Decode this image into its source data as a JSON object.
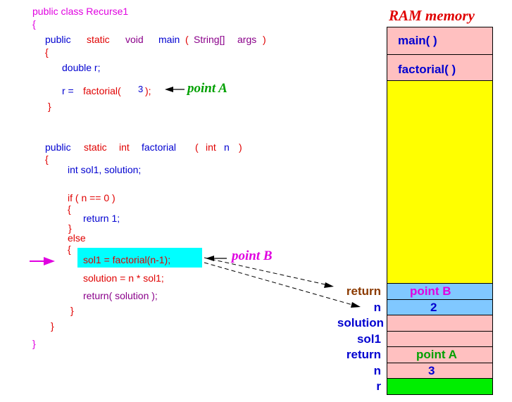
{
  "code": {
    "class_decl": "public class Recurse1",
    "brace_open_class": "{",
    "main_public": "public",
    "main_static": "static",
    "main_void": "void",
    "main_name": "main",
    "main_params_paren_open": "(",
    "main_params_type": "String[]",
    "main_params_name": "args",
    "main_params_paren_close": ")",
    "brace_open_main": "{",
    "line_double_r": "double r;",
    "line_r_assign_lhs": "r =",
    "line_r_call": "factorial(",
    "line_r_arg": "3",
    "line_r_end": ");",
    "brace_close_main": "}",
    "fact_public": "public",
    "fact_static": "static",
    "fact_int": "int",
    "fact_name": "factorial",
    "fact_paren_open": "(",
    "fact_param_type": "int",
    "fact_param_name": "n",
    "fact_paren_close": ")",
    "brace_open_fact": "{",
    "line_int_decl": "int sol1, solution;",
    "line_if": "if ( n == 0 )",
    "brace_open_if": "{",
    "line_return1": "return 1;",
    "brace_close_if": "}",
    "line_else": "else",
    "brace_open_else": "{",
    "line_sol1": "sol1 = factorial(n-1);",
    "line_solution": "solution = n * sol1;",
    "line_return_solution": "return( solution );",
    "brace_close_else": "}",
    "brace_close_fact": "}",
    "brace_close_class": "}"
  },
  "annotations": {
    "point_a": "point A",
    "point_b": "point B"
  },
  "memory": {
    "title": "RAM memory",
    "frames": [
      "main( )",
      "factorial( )"
    ],
    "rows": [
      {
        "label": "return",
        "value": "point B"
      },
      {
        "label": "n",
        "value": "2"
      },
      {
        "label": "solution",
        "value": ""
      },
      {
        "label": "sol1",
        "value": ""
      },
      {
        "label": "return",
        "value": "point A"
      },
      {
        "label": "n",
        "value": "3"
      },
      {
        "label": "r",
        "value": ""
      }
    ]
  },
  "colors": {
    "class_text": "#e000e0",
    "keyword": "#e00000",
    "identifier": "#0000d0",
    "highlight": "#00ffff",
    "free_memory": "#ffff00",
    "frame_fill": "#ffc0c0",
    "active_fill": "#80c8ff",
    "r_fill": "#00ee00"
  }
}
